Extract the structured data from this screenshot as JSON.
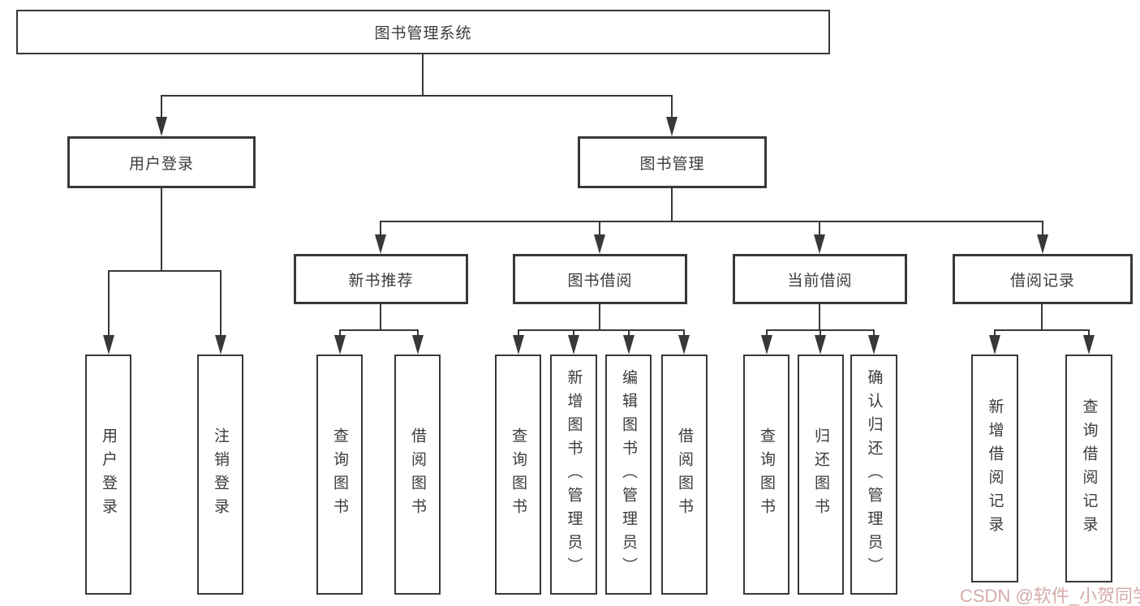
{
  "diagram": {
    "type": "hierarchy-tree",
    "tree": {
      "label": "图书管理系统",
      "children": [
        {
          "label": "用户登录",
          "children": [
            {
              "label": "用户登录"
            },
            {
              "label": "注销登录"
            }
          ]
        },
        {
          "label": "图书管理",
          "children": [
            {
              "label": "新书推荐",
              "children": [
                {
                  "label": "查询图书"
                },
                {
                  "label": "借阅图书"
                }
              ]
            },
            {
              "label": "图书借阅",
              "children": [
                {
                  "label": "查询图书"
                },
                {
                  "label": "新增图书（管理员）"
                },
                {
                  "label": "编辑图书（管理员）"
                },
                {
                  "label": "借阅图书"
                }
              ]
            },
            {
              "label": "当前借阅",
              "children": [
                {
                  "label": "查询图书"
                },
                {
                  "label": "归还图书"
                },
                {
                  "label": "确认归还（管理员）"
                }
              ]
            },
            {
              "label": "借阅记录",
              "children": [
                {
                  "label": "新增借阅记录"
                },
                {
                  "label": "查询借阅记录"
                }
              ]
            }
          ]
        }
      ]
    },
    "colors": {
      "line": "#383838",
      "text": "#3b3b3b",
      "background": "#ffffff"
    }
  },
  "watermark": {
    "text": "CSDN @软件_小贺同学",
    "color": "#d2a4a4"
  }
}
